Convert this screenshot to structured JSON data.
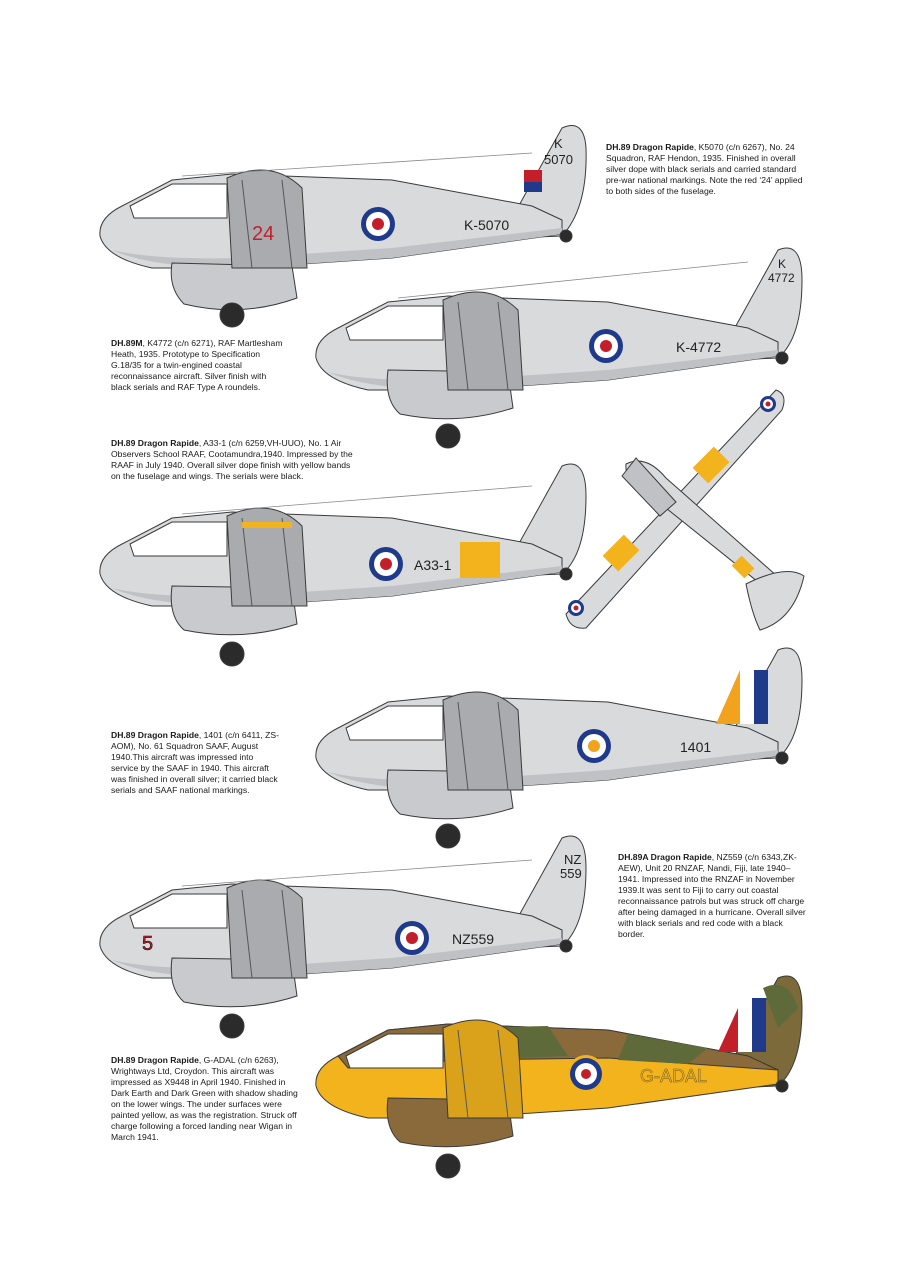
{
  "colors": {
    "silver": "#d9dadc",
    "silver_dark": "#a9abae",
    "silver_shade": "#bfc1c4",
    "roundel_blue": "#1f3a8a",
    "roundel_red": "#c21f2b",
    "yellow": "#f2b31c",
    "earth": "#8a6a3a",
    "green": "#5e6a3a",
    "outline": "#3a3a3a"
  },
  "aircraft": [
    {
      "caption_title": "DH.89 Dragon Rapide",
      "caption_text": ", K5070 (c/n 6267), No. 24 Squadron, RAF Hendon, 1935. Finished in overall silver dope with black serials and carried standard pre-war national markings. Note the red ‘24’ applied to both sides of the fuselage.",
      "serial": "K-5070",
      "fin_code_top": "K",
      "fin_code_bottom": "5070",
      "nose_code": "24",
      "scheme": "silver"
    },
    {
      "caption_title": "DH.89M",
      "caption_text": ", K4772 (c/n 6271), RAF Martlesham Heath, 1935. Prototype to Specification G.18/35 for a twin-engined coastal reconnaissance aircraft. Silver finish with black serials and RAF Type A roundels.",
      "serial": "K-4772",
      "fin_code_top": "K",
      "fin_code_bottom": "4772",
      "scheme": "silver"
    },
    {
      "caption_title": "DH.89 Dragon Rapide",
      "caption_text": ", A33-1 (c/n 6259,VH-UUO), No. 1 Air Observers School RAAF, Cootamundra,1940. Impressed by the RAAF in July 1940. Overall silver dope finish with yellow bands on the fuselage and wings. The serials were black.",
      "serial": "A33-1",
      "scheme": "raaf"
    },
    {
      "caption_title": "DH.89 Dragon Rapide",
      "caption_text": ", 1401 (c/n 6411, ZS-AOM), No. 61 Squadron SAAF, August 1940.This aircraft was impressed into service by the SAAF in 1940. This aircraft was finished in overall silver; it carried black serials and SAAF national markings.",
      "serial": "1401",
      "scheme": "saaf"
    },
    {
      "caption_title": "DH.89A Dragon Rapide",
      "caption_text": ", NZ559 (c/n 6343,ZK-AEW), Unit 20 RNZAF, Nandi, Fiji, late 1940–1941. Impressed into the RNZAF in November 1939.It was sent to Fiji to carry out coastal reconnaissance patrols but was struck off charge after being damaged in a hurricane. Overall silver with black serials and red code with a black border.",
      "serial": "NZ559",
      "fin_code_top": "NZ",
      "fin_code_bottom": "559",
      "nose_code": "5",
      "scheme": "silver"
    },
    {
      "caption_title": "DH.89 Dragon Rapide",
      "caption_text": ", G-ADAL (c/n 6263), Wrightways Ltd, Croydon. This aircraft was impressed as X9448 in April 1940. Finished in Dark Earth and Dark Green with shadow shading on the lower wings. The under surfaces were painted yellow, as was the registration. Struck off charge following a forced landing near Wigan in March 1941.",
      "serial": "G-ADAL",
      "scheme": "camo"
    }
  ]
}
